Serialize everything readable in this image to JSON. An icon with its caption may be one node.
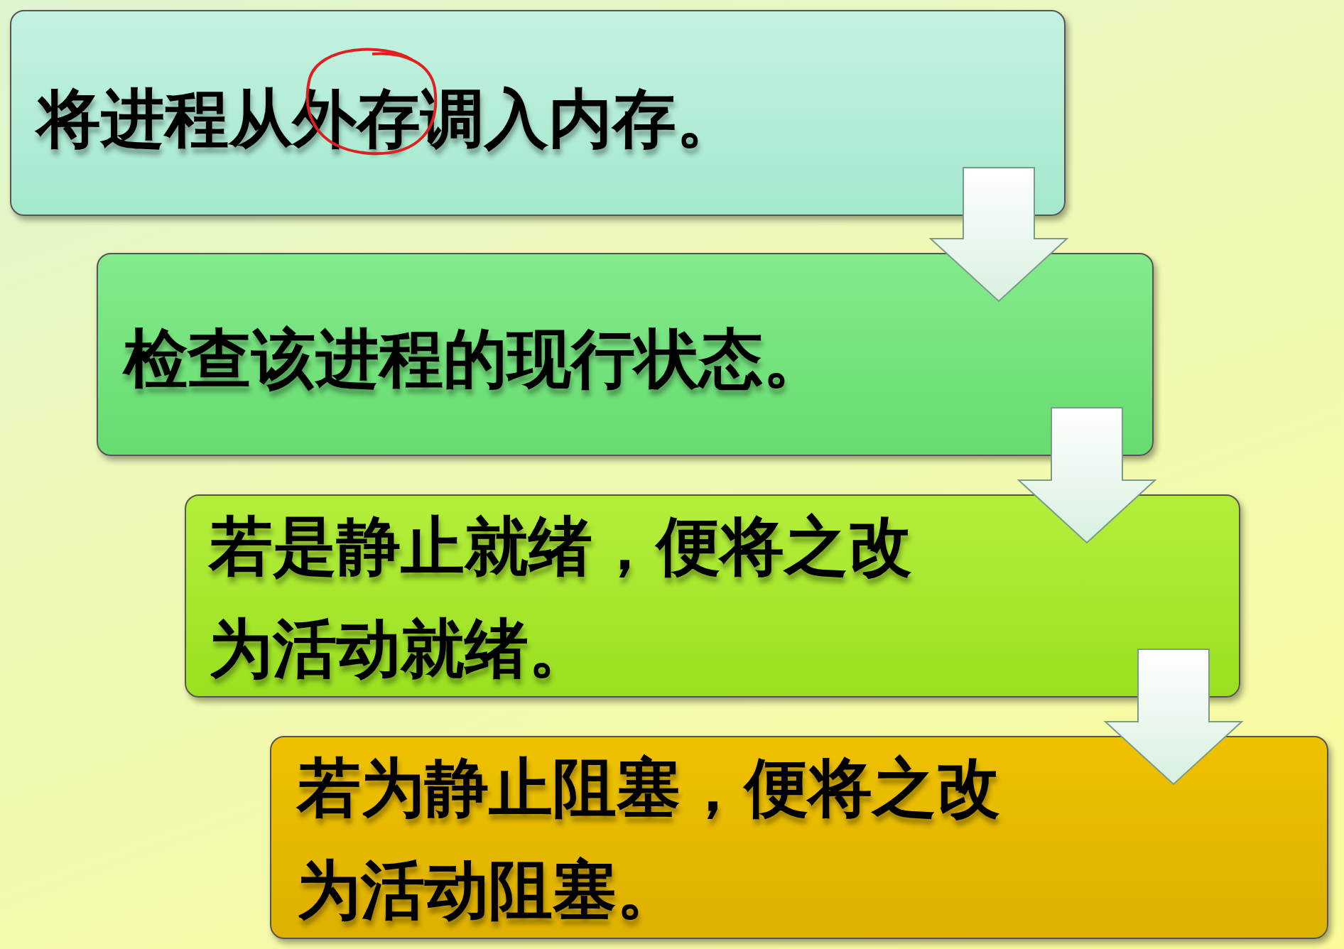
{
  "diagram": {
    "nodes": [
      {
        "text": [
          "将进程从外存调入内存。"
        ]
      },
      {
        "text": [
          "检查该进程的现行状态。"
        ]
      },
      {
        "text": [
          "若是静止就绪，便将之改为活动就绪。"
        ]
      },
      {
        "text": [
          "若为静止阻塞，便将之改为活动阻塞。"
        ]
      }
    ],
    "edges": [
      {
        "from": 0,
        "to": 1,
        "arrow": "to"
      },
      {
        "from": 1,
        "to": 2,
        "arrow": "to"
      },
      {
        "from": 2,
        "to": 3,
        "arrow": "to"
      }
    ]
  }
}
